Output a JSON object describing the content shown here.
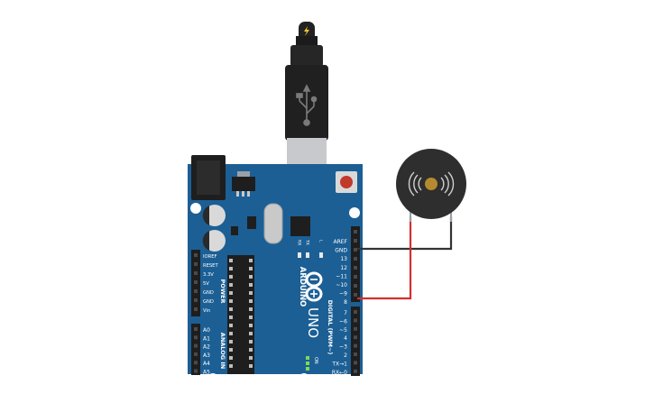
{
  "board": {
    "brand": "ARDUINO",
    "model": "UNO",
    "logo": "infinity-logo",
    "power_header_title": "POWER",
    "analog_header_title": "ANALOG IN",
    "digital_header_title": "DIGITAL (PWM~)",
    "power_pins": [
      "IOREF",
      "RESET",
      "3.3V",
      "5V",
      "GND",
      "GND",
      "Vin"
    ],
    "analog_pins": [
      "A0",
      "A1",
      "A2",
      "A3",
      "A4",
      "A5"
    ],
    "digital_top_pins": [
      "AREF",
      "GND",
      "13",
      "12",
      "~11",
      "~10",
      "~9",
      "8"
    ],
    "digital_bottom_pins": [
      "7",
      "~6",
      "~5",
      "4",
      "~3",
      "2",
      "TX→1",
      "RX←0"
    ],
    "leds": [
      "RX",
      "TX",
      "L"
    ],
    "on_label": "ON",
    "color": "#1c5f95"
  },
  "usb": {
    "icon": "usb-icon",
    "plug_icon": "lightning-icon"
  },
  "buzzer": {
    "icon": "sound-wave-icon"
  },
  "wires": {
    "signal_color": "#d32f2f",
    "ground_color": "#333333"
  }
}
